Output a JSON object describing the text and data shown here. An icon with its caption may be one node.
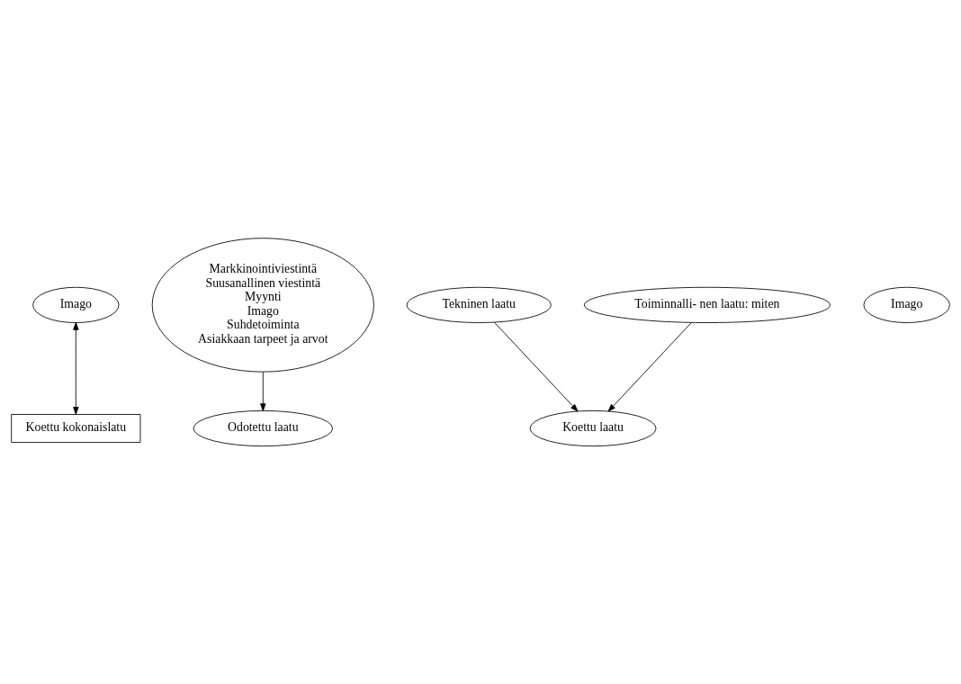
{
  "diagram": {
    "nodes": [
      {
        "text": [
          "Imago"
        ]
      },
      {
        "text": [
          "Odotettu laatu"
        ]
      },
      {
        "text": [
          "Koettu kokonaislatu"
        ]
      },
      {
        "text": [
          "Koettu laatu"
        ]
      },
      {
        "text": [
          "Imago"
        ]
      },
      {
        "text": [
          "Markkinointiviestintä",
          "Suusanallinen viestintä",
          "Myynti",
          "Imago",
          "Suhdetoiminta",
          "Asiakkaan tarpeet ja arvot"
        ]
      },
      {
        "text": [
          "Tekninen laatu"
        ]
      },
      {
        "text": [
          "Toiminnalli- nen laatu: miten"
        ]
      }
    ],
    "edges": [
      {
        "from": 0,
        "to": 2,
        "arrow": "both"
      },
      {
        "from": 5,
        "to": 1,
        "arrow": "to"
      },
      {
        "from": 6,
        "to": 3,
        "arrow": "to"
      },
      {
        "from": 7,
        "to": 3,
        "arrow": "to"
      }
    ]
  }
}
